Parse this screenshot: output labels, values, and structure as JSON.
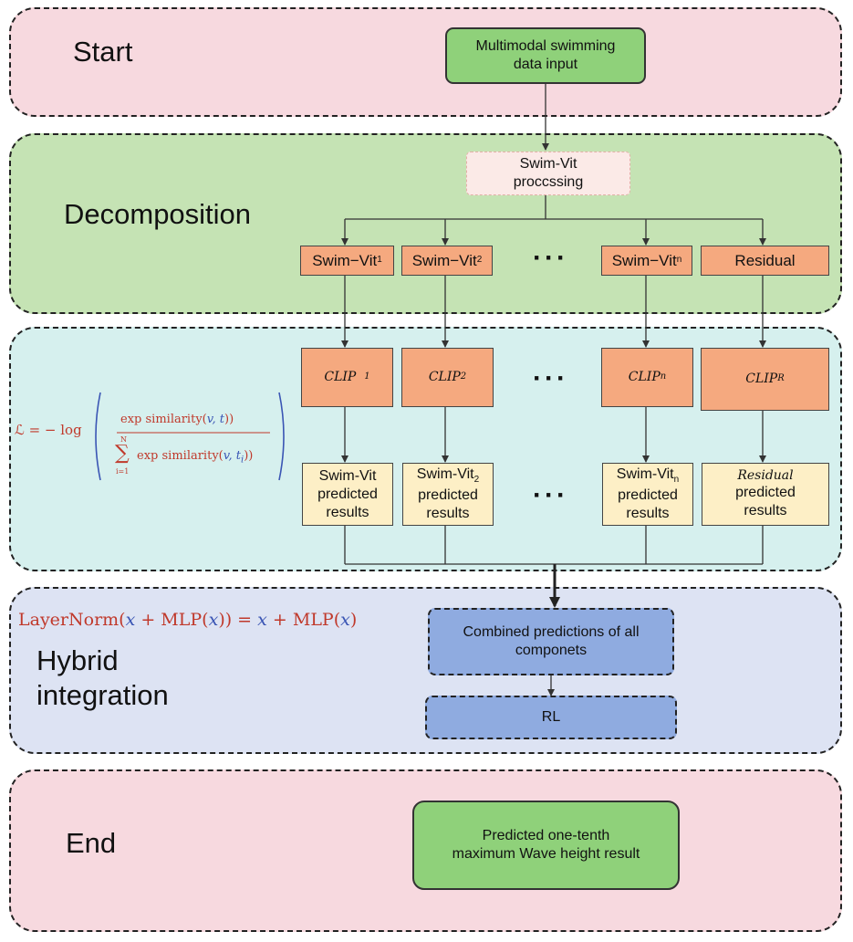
{
  "stages": {
    "start": "Start",
    "decomposition": "Decomposition",
    "hybrid_line1": "Hybrid",
    "hybrid_line2": "integration",
    "end": "End"
  },
  "input_box": {
    "line1": "Multimodal swimming",
    "line2": "data input"
  },
  "processing_box": {
    "line1": "Swim-Vit",
    "line2": "proccssing"
  },
  "components": [
    {
      "label": "Swim−Vit",
      "sub": "1"
    },
    {
      "label": "Swim−Vit",
      "sub": "2"
    },
    {
      "label": "Swim−Vit",
      "sub": "n"
    },
    {
      "label": "Residual",
      "sub": ""
    }
  ],
  "clip_boxes": [
    {
      "label": "CLIP",
      "sub": "1"
    },
    {
      "label": "CLIP",
      "sub": "2"
    },
    {
      "label": "CLIP",
      "sub": "n"
    },
    {
      "label": "CLIP",
      "sub": "R"
    }
  ],
  "results": [
    {
      "name": "Swim-Vit",
      "sub": "",
      "line2": "predicted",
      "line3": "results"
    },
    {
      "name": "Swim-Vit",
      "sub": "2",
      "line2": "predicted",
      "line3": "results"
    },
    {
      "name": "Swim-Vit",
      "sub": "n",
      "line2": "predicted",
      "line3": "results"
    },
    {
      "name": "Residual",
      "sub": "",
      "line2": "predicted",
      "line3": "results"
    }
  ],
  "ellipsis": "···",
  "loss_formula": {
    "lhs": "ℒ = − log",
    "numerator_fn": "exp",
    "numerator_arg": "similarity(",
    "numerator_vars": "v, t",
    "denominator_sum": "∑",
    "sum_top": "N",
    "sum_bottom": "i=1",
    "denominator_fn": "exp",
    "denominator_arg": "similarity(",
    "denominator_vars": "v, t",
    "denominator_sub": "i"
  },
  "hybrid_formula": {
    "part1": "LayerNorm(",
    "x1": "x",
    "part2": " + MLP(",
    "x2": "x",
    "part3": ")) = ",
    "x3": "x",
    "part4": " + MLP(",
    "x4": "x",
    "part5": ")"
  },
  "combined_box": {
    "line1": "Combined predictions of all",
    "line2": "componets"
  },
  "rl_box": "RL",
  "output_box": {
    "line1": "Predicted one-tenth",
    "line2": "maximum Wave height result"
  },
  "colors": {
    "start_bg": "#f7d9df",
    "decomposition_bg": "#c5e3b4",
    "clip_bg": "#d6f0ee",
    "hybrid_bg": "#dde3f3",
    "end_bg": "#f7d9df",
    "orange": "#f5a97f",
    "yellow": "#fdefc6",
    "green": "#8fd17a",
    "blue": "#8fabe0",
    "formula_red": "#c0392b",
    "formula_blue": "#3a55b4"
  }
}
